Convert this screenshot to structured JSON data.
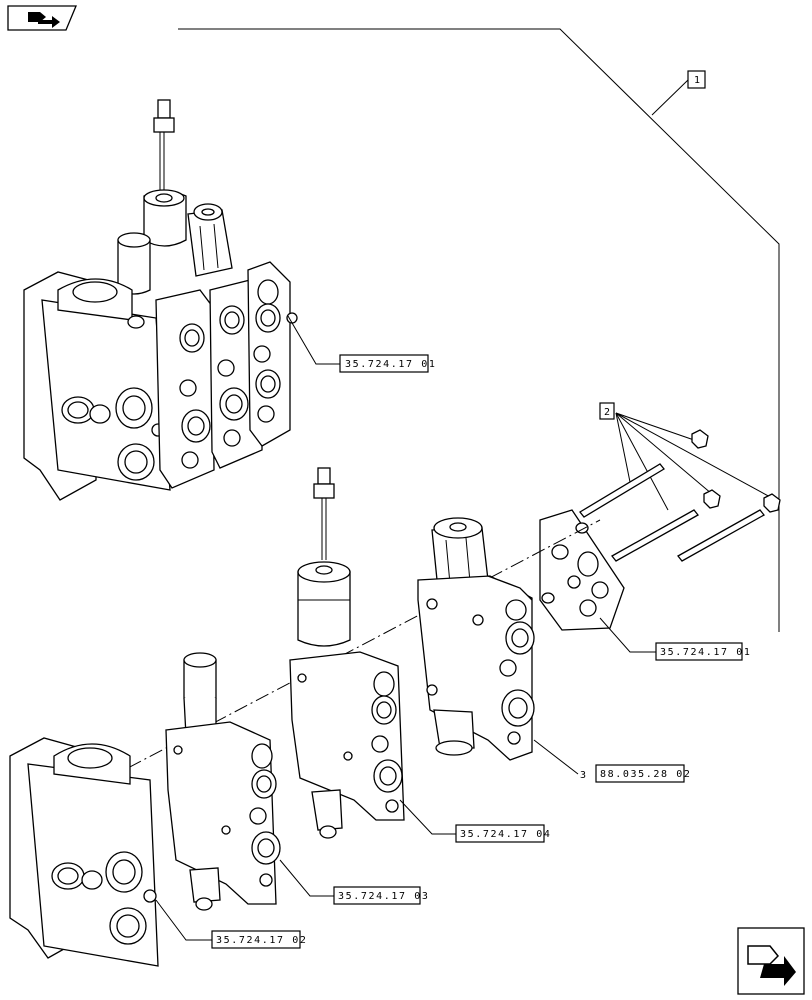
{
  "callouts": {
    "item1": "1",
    "item2": "2",
    "item3": "3"
  },
  "refs": {
    "r1": "35.724.17 01",
    "r2": "35.724.17 01",
    "r3": "88.035.28 02",
    "r4": "35.724.17 04",
    "r5": "35.724.17 03",
    "r6": "35.724.17 02"
  },
  "icons": {
    "top_left": "back-arrow-icon",
    "bottom_right": "next-page-arrow-icon"
  }
}
